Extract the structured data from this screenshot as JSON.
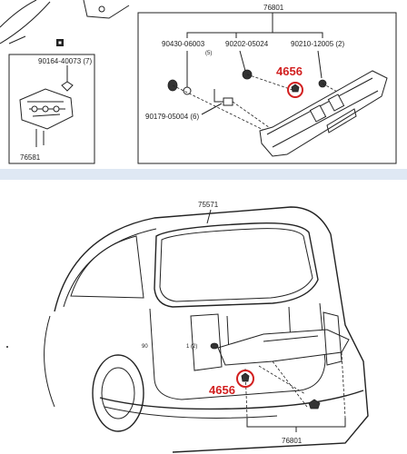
{
  "top": {
    "label_box": "76801",
    "part_90430": "90430-06003",
    "part_90430_qty": "(5)",
    "part_90202": "90202-05024",
    "part_90210": "90210-12005 (2)",
    "part_90179": "90179-05004 (6)",
    "part_90164": "90164-40073 (7)",
    "part_76581": "76581",
    "callout": "4656"
  },
  "bottom": {
    "part_75571": "75571",
    "part_76801": "76801",
    "callout": "4656",
    "mark_90": "90",
    "mark_12": "1 (2)"
  }
}
